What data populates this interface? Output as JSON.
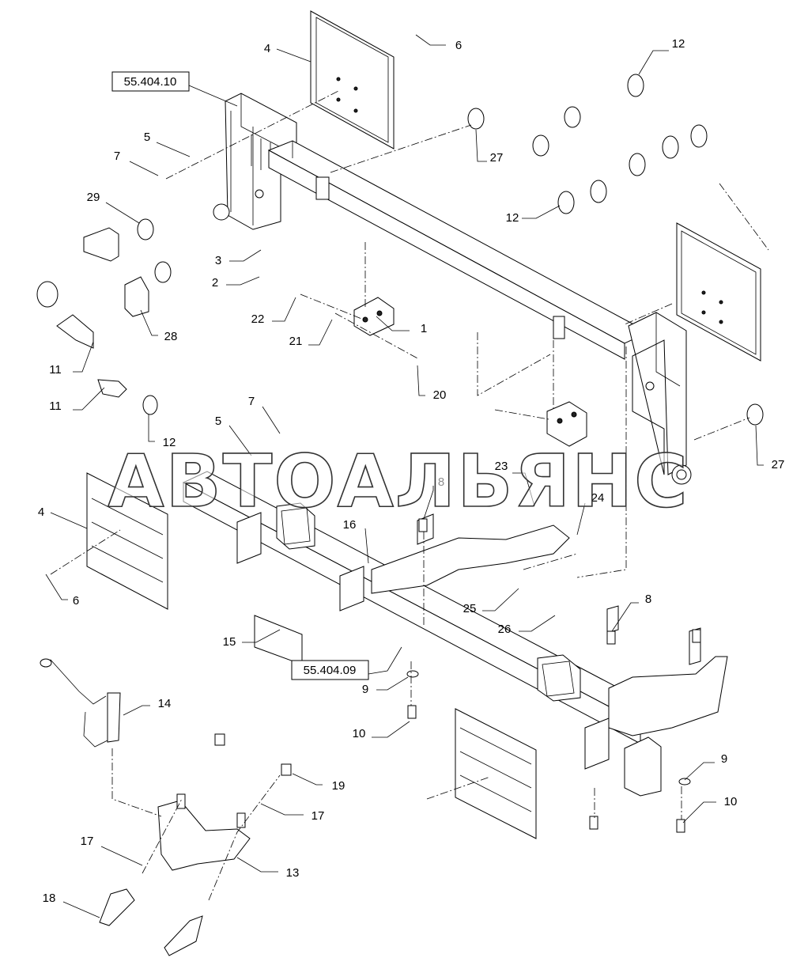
{
  "watermark": "АВТОАЛЬЯНС",
  "references": [
    {
      "id": "ref-55-404-10",
      "text": "55.404.10"
    },
    {
      "id": "ref-55-404-09",
      "text": "55.404.09"
    }
  ],
  "callouts": [
    {
      "key": "c4a",
      "text": "4"
    },
    {
      "key": "c6a",
      "text": "6"
    },
    {
      "key": "c12a",
      "text": "12"
    },
    {
      "key": "c5a",
      "text": "5"
    },
    {
      "key": "c7a",
      "text": "7"
    },
    {
      "key": "c27a",
      "text": "27"
    },
    {
      "key": "c29",
      "text": "29"
    },
    {
      "key": "c12b",
      "text": "12"
    },
    {
      "key": "c3",
      "text": "3"
    },
    {
      "key": "c2",
      "text": "2"
    },
    {
      "key": "c22",
      "text": "22"
    },
    {
      "key": "c21",
      "text": "21"
    },
    {
      "key": "c1",
      "text": "1"
    },
    {
      "key": "c28",
      "text": "28"
    },
    {
      "key": "c11a",
      "text": "11"
    },
    {
      "key": "c11b",
      "text": "11"
    },
    {
      "key": "c20",
      "text": "20"
    },
    {
      "key": "c7b",
      "text": "7"
    },
    {
      "key": "c5b",
      "text": "5"
    },
    {
      "key": "c12c",
      "text": "12"
    },
    {
      "key": "c27b",
      "text": "27"
    },
    {
      "key": "c23",
      "text": "23"
    },
    {
      "key": "c8a",
      "text": "8"
    },
    {
      "key": "c24",
      "text": "24"
    },
    {
      "key": "c4b",
      "text": "4"
    },
    {
      "key": "c16",
      "text": "16"
    },
    {
      "key": "c6b",
      "text": "6"
    },
    {
      "key": "c8b",
      "text": "8"
    },
    {
      "key": "c25",
      "text": "25"
    },
    {
      "key": "c26",
      "text": "26"
    },
    {
      "key": "c15",
      "text": "15"
    },
    {
      "key": "c9a",
      "text": "9"
    },
    {
      "key": "c14",
      "text": "14"
    },
    {
      "key": "c10a",
      "text": "10"
    },
    {
      "key": "c19",
      "text": "19"
    },
    {
      "key": "c9b",
      "text": "9"
    },
    {
      "key": "c17a",
      "text": "17"
    },
    {
      "key": "c10b",
      "text": "10"
    },
    {
      "key": "c17b",
      "text": "17"
    },
    {
      "key": "c13",
      "text": "13"
    },
    {
      "key": "c18",
      "text": "18"
    }
  ]
}
